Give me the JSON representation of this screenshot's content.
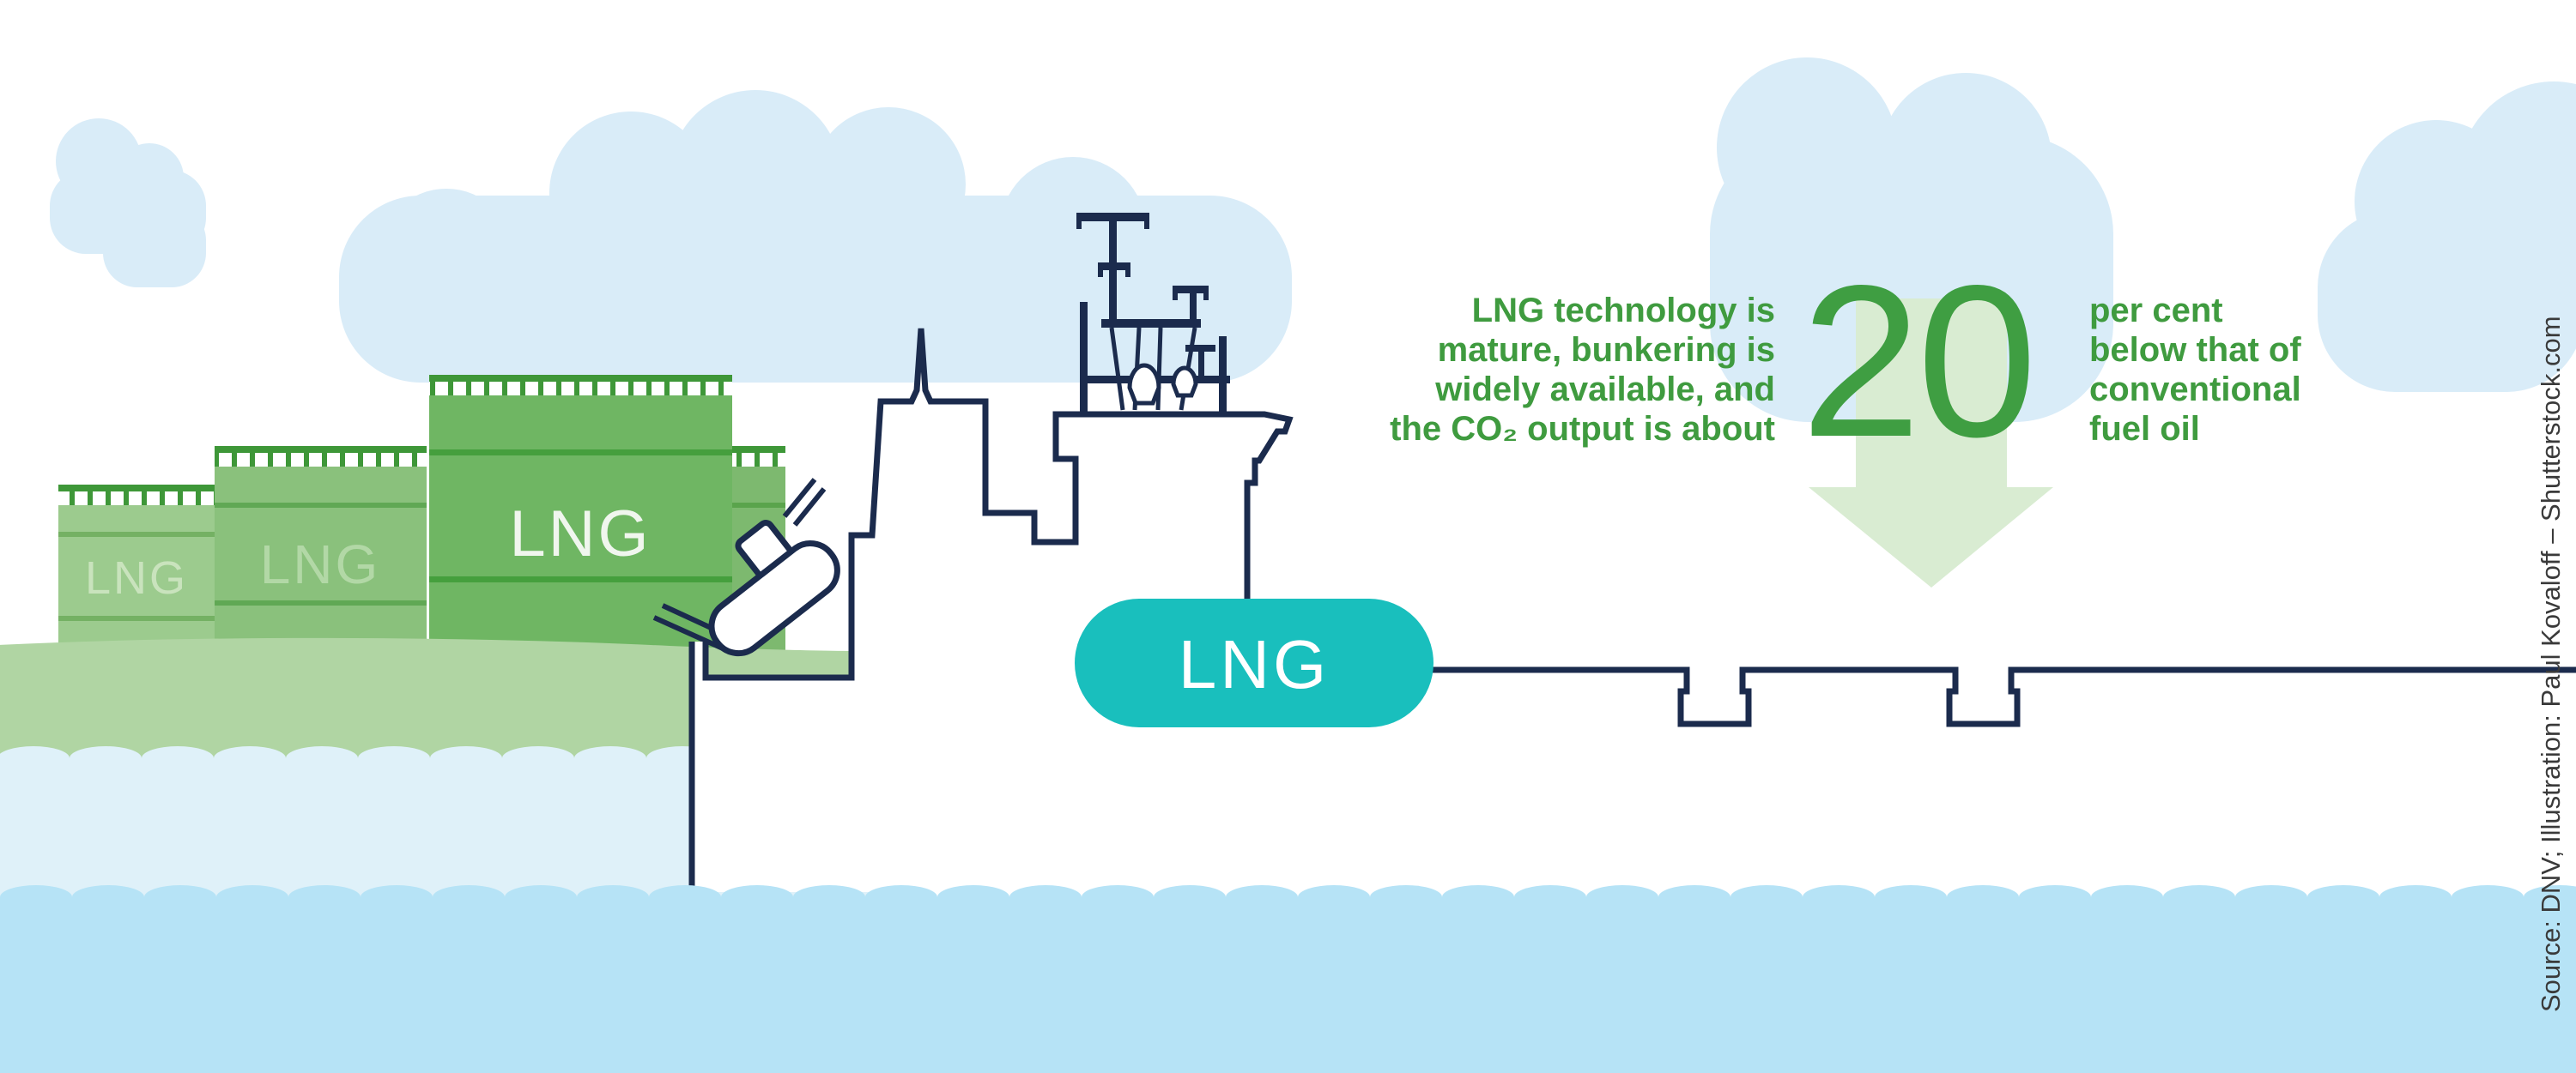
{
  "title": "LNG bunkering infographic",
  "tanks": {
    "shore_labels": [
      "LNG",
      "LNG",
      "LNG"
    ],
    "ship_tank_label": "LNG"
  },
  "hero": {
    "stat_value": "20",
    "left_lines": [
      "LNG technology is",
      "mature, bunkering is",
      "widely available, and",
      "the CO₂ output is about"
    ],
    "right_lines": [
      "per cent",
      "below that of",
      "conventional",
      "fuel oil"
    ]
  },
  "source_credit": "Source: DNV; Illustration: Paul Kovaloff – Shutterstock.com",
  "colors": {
    "accent_green": "#3f9b3f",
    "stat_green": "#3f9e42",
    "tank_green_dark": "#6fb663",
    "tank_green_mid": "#8ac17c",
    "tank_green_light": "#9ccb8e",
    "crenellation_green": "#3e9738",
    "teal_tank": "#19bfbd",
    "outline_navy": "#1b2b4d",
    "cloud_blue": "#d9ecf8",
    "shore_green": "#b0d5a3",
    "nearshore_blue": "#dff1f9",
    "water_blue": "#b6e3f6",
    "arrow_green": "#d9ecd2"
  }
}
